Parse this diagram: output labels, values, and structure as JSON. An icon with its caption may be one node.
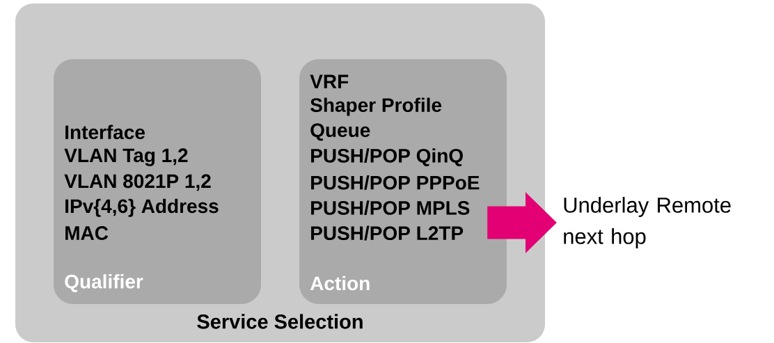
{
  "diagram": {
    "nodes": [
      {
        "text": [
          "Service Selection"
        ]
      },
      {
        "text": [
          "Interface",
          "VLAN Tag 1,2",
          "VLAN 8021P 1,2",
          "IPv{4,6} Address",
          "MAC",
          "Qualifier"
        ],
        "in": 0
      },
      {
        "text": [
          "VRF",
          "Shaper Profile",
          "Queue",
          "PUSH/POP QinQ",
          "PUSH/POP PPPoE",
          "PUSH/POP MPLS",
          "PUSH/POP L2TP",
          "Action"
        ],
        "in": 0
      },
      {
        "text": [
          "Underlay Remote next hop"
        ]
      }
    ],
    "edges": [
      {
        "from": 2,
        "to": 3,
        "arrow": "to",
        "color": "#e20074"
      }
    ]
  }
}
